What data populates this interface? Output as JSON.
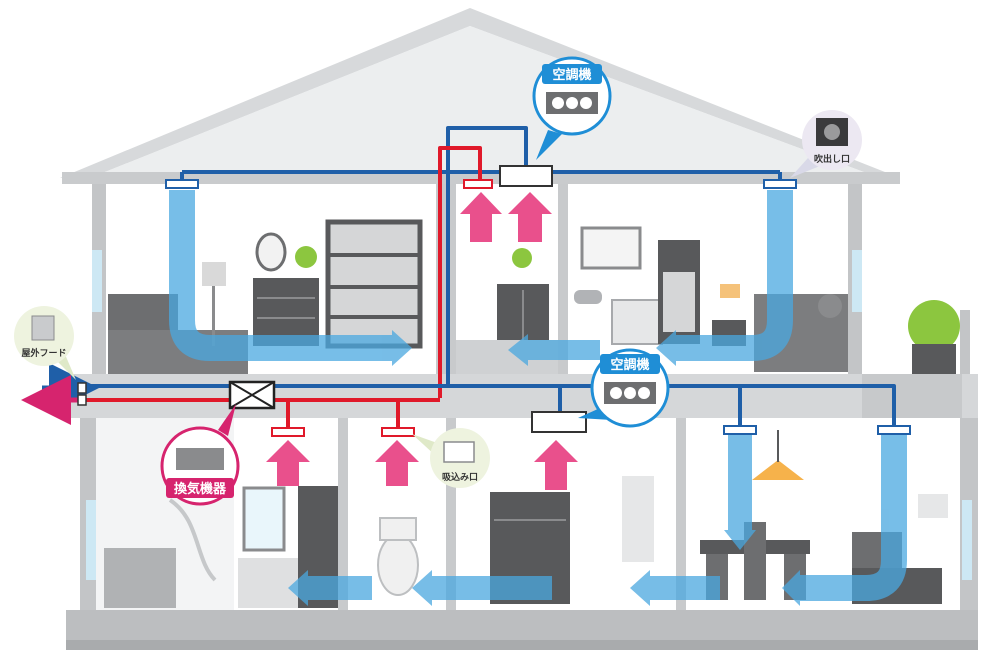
{
  "labels": {
    "ac_upper": "空調機",
    "ac_lower": "空調機",
    "outlet": "吹出し口",
    "outdoor_hood": "屋外フード",
    "ventilator": "換気機器",
    "intake": "吸込み口"
  },
  "colors": {
    "supply_duct": "#1f5fa8",
    "exhaust_duct": "#e0192a",
    "airflow_blue": "#4aa8e0",
    "airflow_pink": "#e9508c",
    "ventilator_badge": "#d6246e",
    "wall": "#bfc1c3",
    "roof": "#e3e5e7",
    "furniture": "#58595b"
  }
}
